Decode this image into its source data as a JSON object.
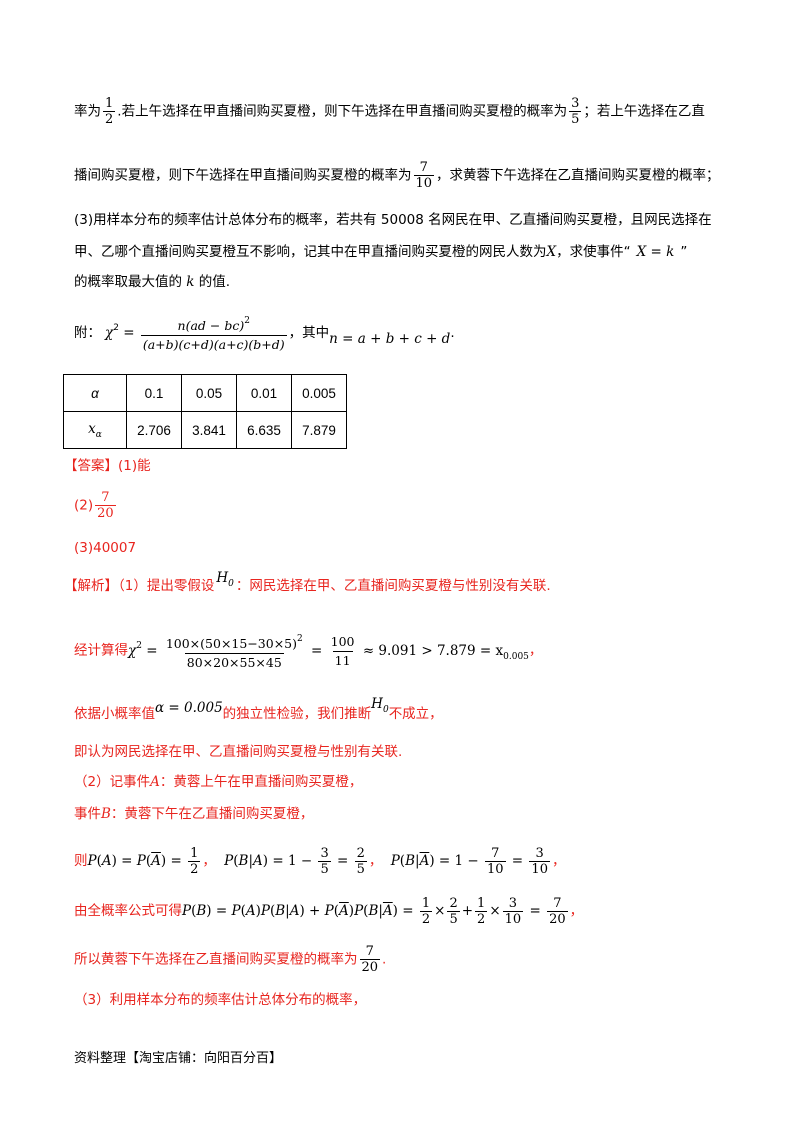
{
  "problem": {
    "line1_a": "率为",
    "line1_b": ".若上午选择在甲直播间购买夏橙，则下午选择在甲直播间购买夏橙的概率为",
    "line1_c": "；若上午选择在乙直",
    "line2_a": "播间购买夏橙，则下午选择在甲直播间购买夏橙的概率为",
    "line2_b": "，求黄蓉下午选择在乙直播间购买夏橙的概率；",
    "q3_line1": "(3)用样本分布的频率估计总体分布的概率，若共有 50008 名网民在甲、乙直播间购买夏橙，且网民选择在",
    "q3_line2_a": "甲、乙哪个直播间购买夏橙互不影响，记其中在甲直播间购买夏橙的网民人数为",
    "q3_line2_b": "，求使事件“",
    "q3_line2_c": "”",
    "q3_line3_a": "的概率取最大值的",
    "q3_line3_b": "的值.",
    "fu_label": "附：",
    "fu_where": "，其中",
    "fracs": {
      "half_n": "1",
      "half_d": "2",
      "three_fifths_n": "3",
      "three_fifths_d": "5",
      "seven_tenths_n": "7",
      "seven_tenths_d": "10"
    }
  },
  "formula": {
    "chi_numer": "n(ad − bc)",
    "chi_denom": "(a+b)(c+d)(a+c)(b+d)",
    "n_def": "n = a + b + c + d"
  },
  "table": {
    "row1": [
      "α",
      "0.1",
      "0.05",
      "0.01",
      "0.005"
    ],
    "row2": [
      "x",
      "2.706",
      "3.841",
      "6.635",
      "7.879"
    ]
  },
  "answer": {
    "label": "【答案】",
    "a1": "(1)能",
    "a2_prefix": "(2)",
    "a2_n": "7",
    "a2_d": "20",
    "a3": "(3)40007"
  },
  "analysis": {
    "label": "【解析】",
    "p1_a": "（1）提出零假设",
    "p1_b": "：网民选择在甲、乙直播间购买夏橙与性别没有关联.",
    "calc_prefix": "经计算得",
    "calc_num": "100×(50×15−30×5)",
    "calc_den": "80×20×55×45",
    "calc_frac_n": "100",
    "calc_frac_d": "11",
    "calc_tail": "≈ 9.091 > 7.879 = x",
    "calc_sub": "0.005",
    "calc_end": "，",
    "p3_a": "依据小概率值",
    "p3_alpha": "α = 0.005",
    "p3_b": "的独立性检验，我们推断",
    "p3_c": "不成立，",
    "p4": "即认为网民选择在甲、乙直播间购买夏橙与性别有关联.",
    "p5_a": "（2）记事件",
    "p5_b": "：黄蓉上午在甲直播间购买夏橙，",
    "p6_a": "事件",
    "p6_b": "：黄蓉下午在乙直播间购买夏橙，",
    "p7_ze": "则",
    "p8_a": "由全概率公式可得",
    "p9_a": "所以黄蓉下午选择在乙直播间购买夏橙的概率为",
    "p9_end": ".",
    "p10": "（3）利用样本分布的频率估计总体分布的概率，"
  },
  "footer": "资料整理【淘宝店铺：向阳百分百】"
}
